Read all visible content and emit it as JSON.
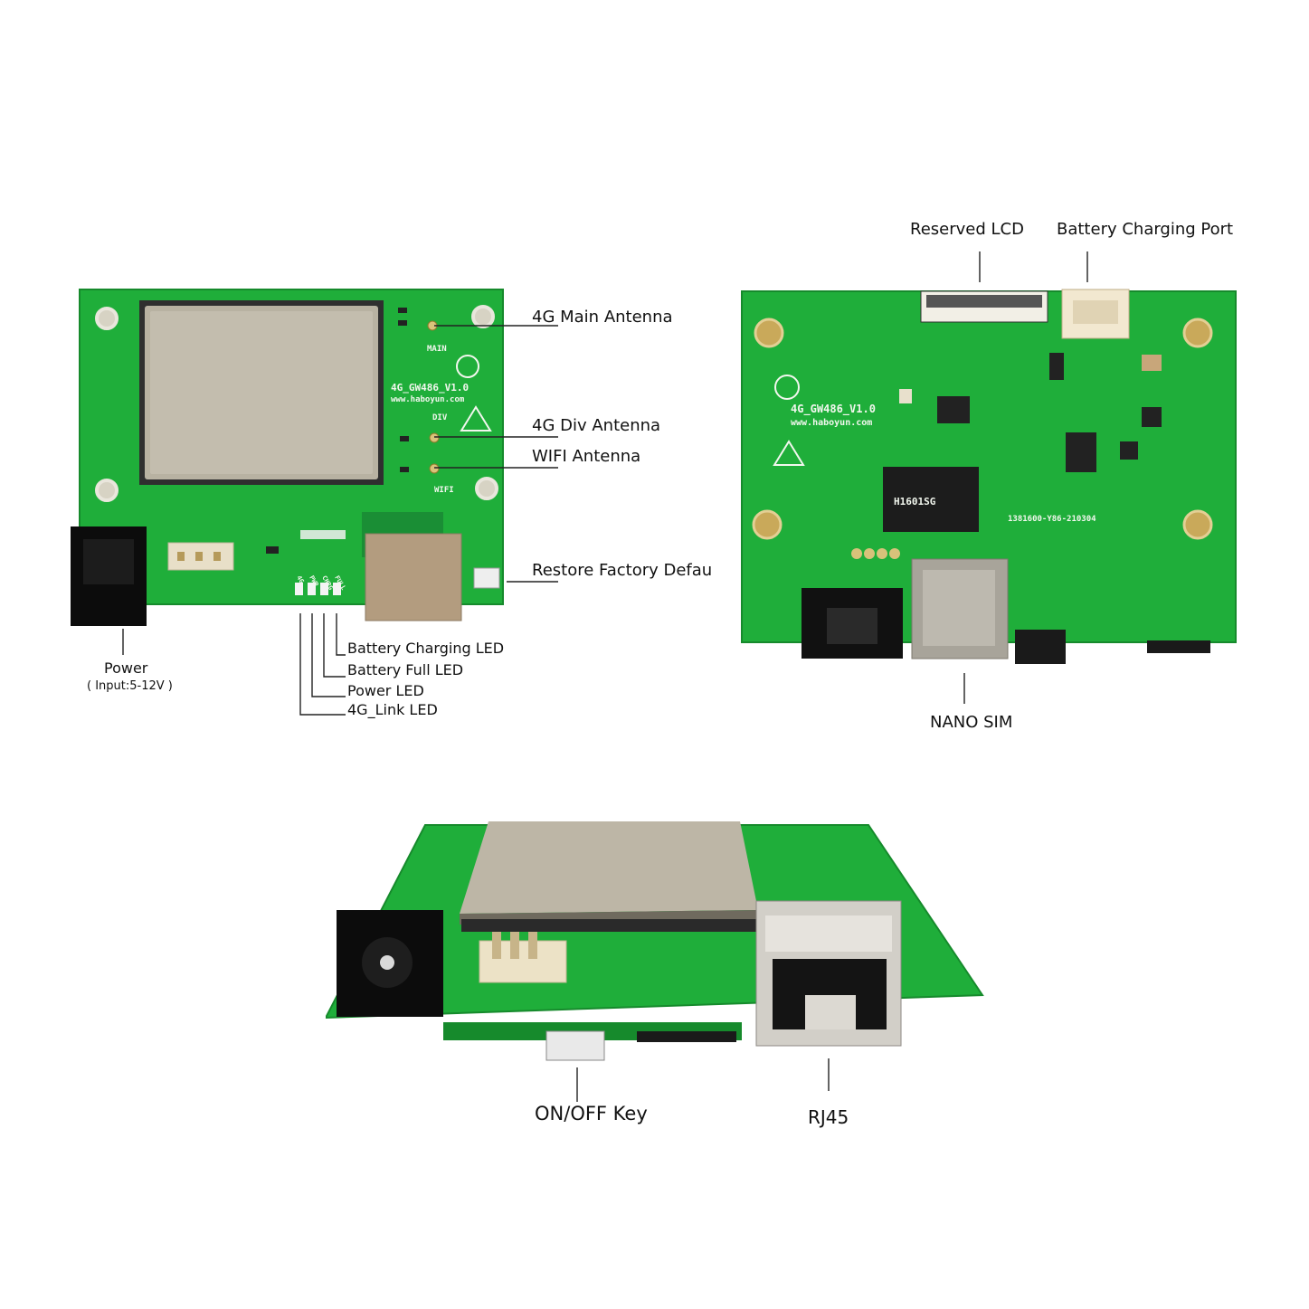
{
  "labels": {
    "main_antenna": "4G Main Antenna",
    "div_antenna": "4G Div Antenna",
    "wifi_antenna": "WIFI Antenna",
    "restore": "Restore Factory Defau",
    "power": "Power",
    "power_input": "( Input:5-12V )",
    "battery_charging_led": "Battery Charging LED",
    "battery_full_led": "Battery Full LED",
    "power_led": "Power LED",
    "link_led": "4G_Link LED",
    "reserved_lcd": "Reserved LCD",
    "battery_port": "Battery Charging Port",
    "nano_sim": "NANO SIM",
    "onoff_key": "ON/OFF Key",
    "rj45": "RJ45"
  },
  "silkscreen": {
    "model": "4G_GW486_V1.0",
    "site": "www.haboyun.com",
    "main": "MAIN",
    "div": "DIV",
    "wifi": "WIFI",
    "chip": "H1601SG",
    "serial": "1381600-Y86-210304",
    "led_4g": "4G",
    "led_pwr": "PWR",
    "led_chrg": "CHRG",
    "led_full": "FULL"
  },
  "colors": {
    "pcb": "#1fae3a",
    "pcb_dark": "#168a2c",
    "shield": "#b8b2a2",
    "connector": "#111111"
  }
}
